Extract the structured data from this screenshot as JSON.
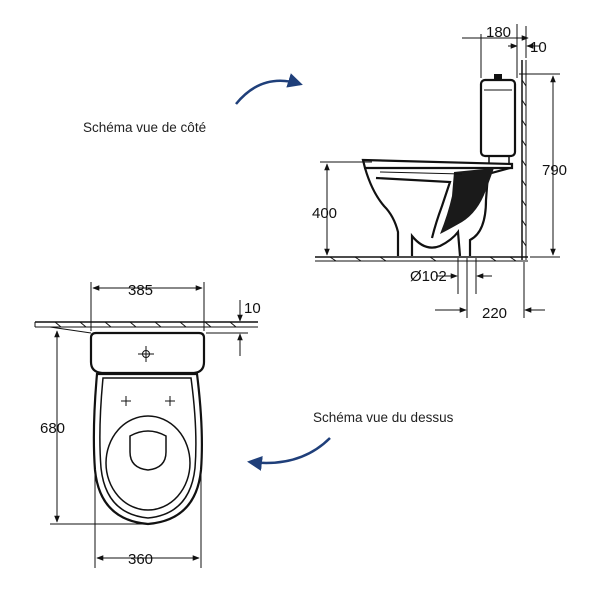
{
  "side_view": {
    "caption": "Schéma vue de côté",
    "dims": {
      "tank_depth": "180",
      "wall_gap": "10",
      "total_height": "790",
      "seat_height": "400",
      "outlet_diameter": "Ø102",
      "outlet_distance": "220"
    }
  },
  "top_view": {
    "caption": "Schéma vue du dessus",
    "dims": {
      "tank_width": "385",
      "wall_gap": "10",
      "total_depth": "680",
      "bowl_width": "360"
    }
  },
  "colors": {
    "line": "#111111",
    "arrow": "#1f3f7a",
    "dark_fill": "#1a1a1a"
  }
}
